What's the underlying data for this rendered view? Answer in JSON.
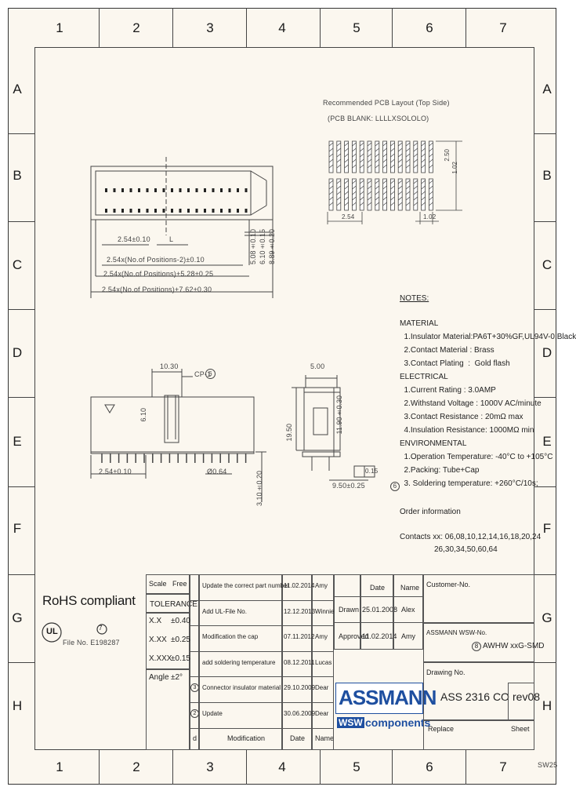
{
  "frame": {
    "columns": [
      "1",
      "2",
      "3",
      "4",
      "5",
      "6",
      "7"
    ],
    "rows": [
      "A",
      "B",
      "C",
      "D",
      "E",
      "F",
      "G",
      "H"
    ],
    "corner_code": "SW25"
  },
  "pcb_layout": {
    "title_line1": "Recommended PCB Layout (Top Side)",
    "title_line2": "(PCB BLANK: LLLLXSOLOLO)",
    "dim_pitch": "2.54",
    "dim_width": "1.02",
    "dim_height1": "2.50",
    "dim_height2": "1.02"
  },
  "front_view": {
    "dim_pitch": "2.54±0.10",
    "dim_l": "L",
    "dim_c": "2.54x(No.of Positions-2)±0.10",
    "dim_b": "2.54x(No.of Positions)+5.28±0.25",
    "dim_a": "2.54x(No.of Positions)+7.62±0.30",
    "dim_v1": "5.08±0.10",
    "dim_v2": "6.10±0.15",
    "dim_v3": "8.89±0.20"
  },
  "side_view": {
    "dim_top": "10.30",
    "cp_label": "CP-1",
    "cp_rev": "6",
    "dim_pitch": "2.54±0.10",
    "dim_pin": "Ø0.64",
    "dim_height": "6.10",
    "dim_vert": "3.10±0.20"
  },
  "end_view": {
    "dim_top": "5.00",
    "dim_left": "19.50",
    "dim_right": "11.90±0.30",
    "dim_bottom": "9.50±0.25",
    "flat_tol": "0.15"
  },
  "notes": {
    "heading": "NOTES:",
    "lines": [
      "MATERIAL",
      "  1.Insulator Material:PA6T+30%GF,UL94V-0,Black",
      "  2.Contact Material : Brass",
      "  3.Contact Plating  :  Gold flash",
      "ELECTRICAL",
      "  1.Current Rating : 3.0AMP",
      "  2.Withstand Voltage : 1000V AC/minute",
      "  3.Contact Resistance : 20mΩ max",
      "  4.Insulation Resistance: 1000MΩ min",
      "ENVIRONMENTAL",
      "  1.Operation Temperature: -40°C to +105°C",
      "  2.Packing: Tube+Cap",
      "  3. Soldering temperature: +260°C/10s;"
    ],
    "rev_marker": "6",
    "order_info": "Order information",
    "contacts_line1": "Contacts xx: 06,08,10,12,14,16,18,20,24",
    "contacts_line2": "26,30,34,50,60,64"
  },
  "compliance": {
    "rohs": "RoHS compliant",
    "file_no": "File No. E198287",
    "ul_rev": "7"
  },
  "tolerance_table": {
    "scale_label": "Scale",
    "scale_value": "Free",
    "tolerance_label": "TOLERANCE",
    "rows": [
      {
        "label": "X.X",
        "value": "±0.40"
      },
      {
        "label": "X.XX",
        "value": "±0.25"
      },
      {
        "label": "X.XXX",
        "value": "±0.15"
      },
      {
        "label": "Angle",
        "value": "±2°"
      }
    ]
  },
  "revisions": {
    "rows": [
      {
        "num": "",
        "text": "Update the correct part number",
        "date": "11.02.2014",
        "name": "Amy"
      },
      {
        "num": "",
        "text": "Add UL-File No.",
        "date": "12.12.2013",
        "name": "Winnie"
      },
      {
        "num": "",
        "text": "Modification the cap",
        "date": "07.11.2012",
        "name": "Amy"
      },
      {
        "num": "",
        "text": "add soldering temperature",
        "date": "08.12.2011",
        "name": "Lucas"
      },
      {
        "num": "3",
        "text": "Connector insulator material",
        "date": "29.10.2009",
        "name": "Dear"
      },
      {
        "num": "2",
        "text": "Update",
        "date": "30.06.2009",
        "name": "Dear"
      }
    ],
    "header_d": "d",
    "header_mod": "Modification",
    "header_date": "Date",
    "header_name": "Name"
  },
  "drawn_block": {
    "date_label": "Date",
    "name_label": "Name",
    "drawn_label": "Drawn",
    "drawn_date": "25.01.2008",
    "drawn_name": "Alex",
    "approved_label": "Approved",
    "approved_date": "11.02.2014",
    "approved_name": "Amy"
  },
  "customer_block": {
    "customer_no_label": "Customer-No.",
    "assmann_no_label": "ASSMANN WSW-No.",
    "part_rev": "8",
    "part_number": "AWHW xxG-SMD",
    "drawing_no_label": "Drawing No.",
    "drawing_no": "ASS 2316 CO",
    "revision": "rev08",
    "replace_label": "Replace",
    "sheet_label": "Sheet"
  },
  "logo": {
    "name": "ASSMANN",
    "tagline_wsw": "WSW",
    "tagline": "components",
    "color": "#1e4fa0"
  }
}
